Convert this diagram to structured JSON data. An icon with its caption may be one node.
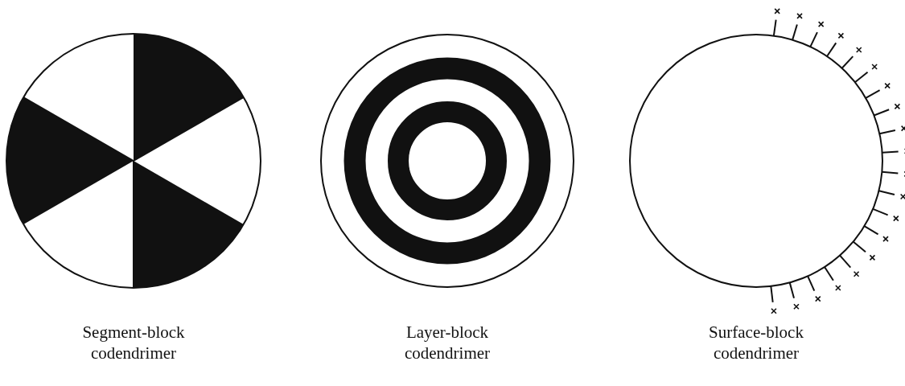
{
  "diagram": {
    "labels": [
      "Segment-block codendrimer",
      "Layer-block codendrimer",
      "Surface-block codendrimer"
    ]
  }
}
